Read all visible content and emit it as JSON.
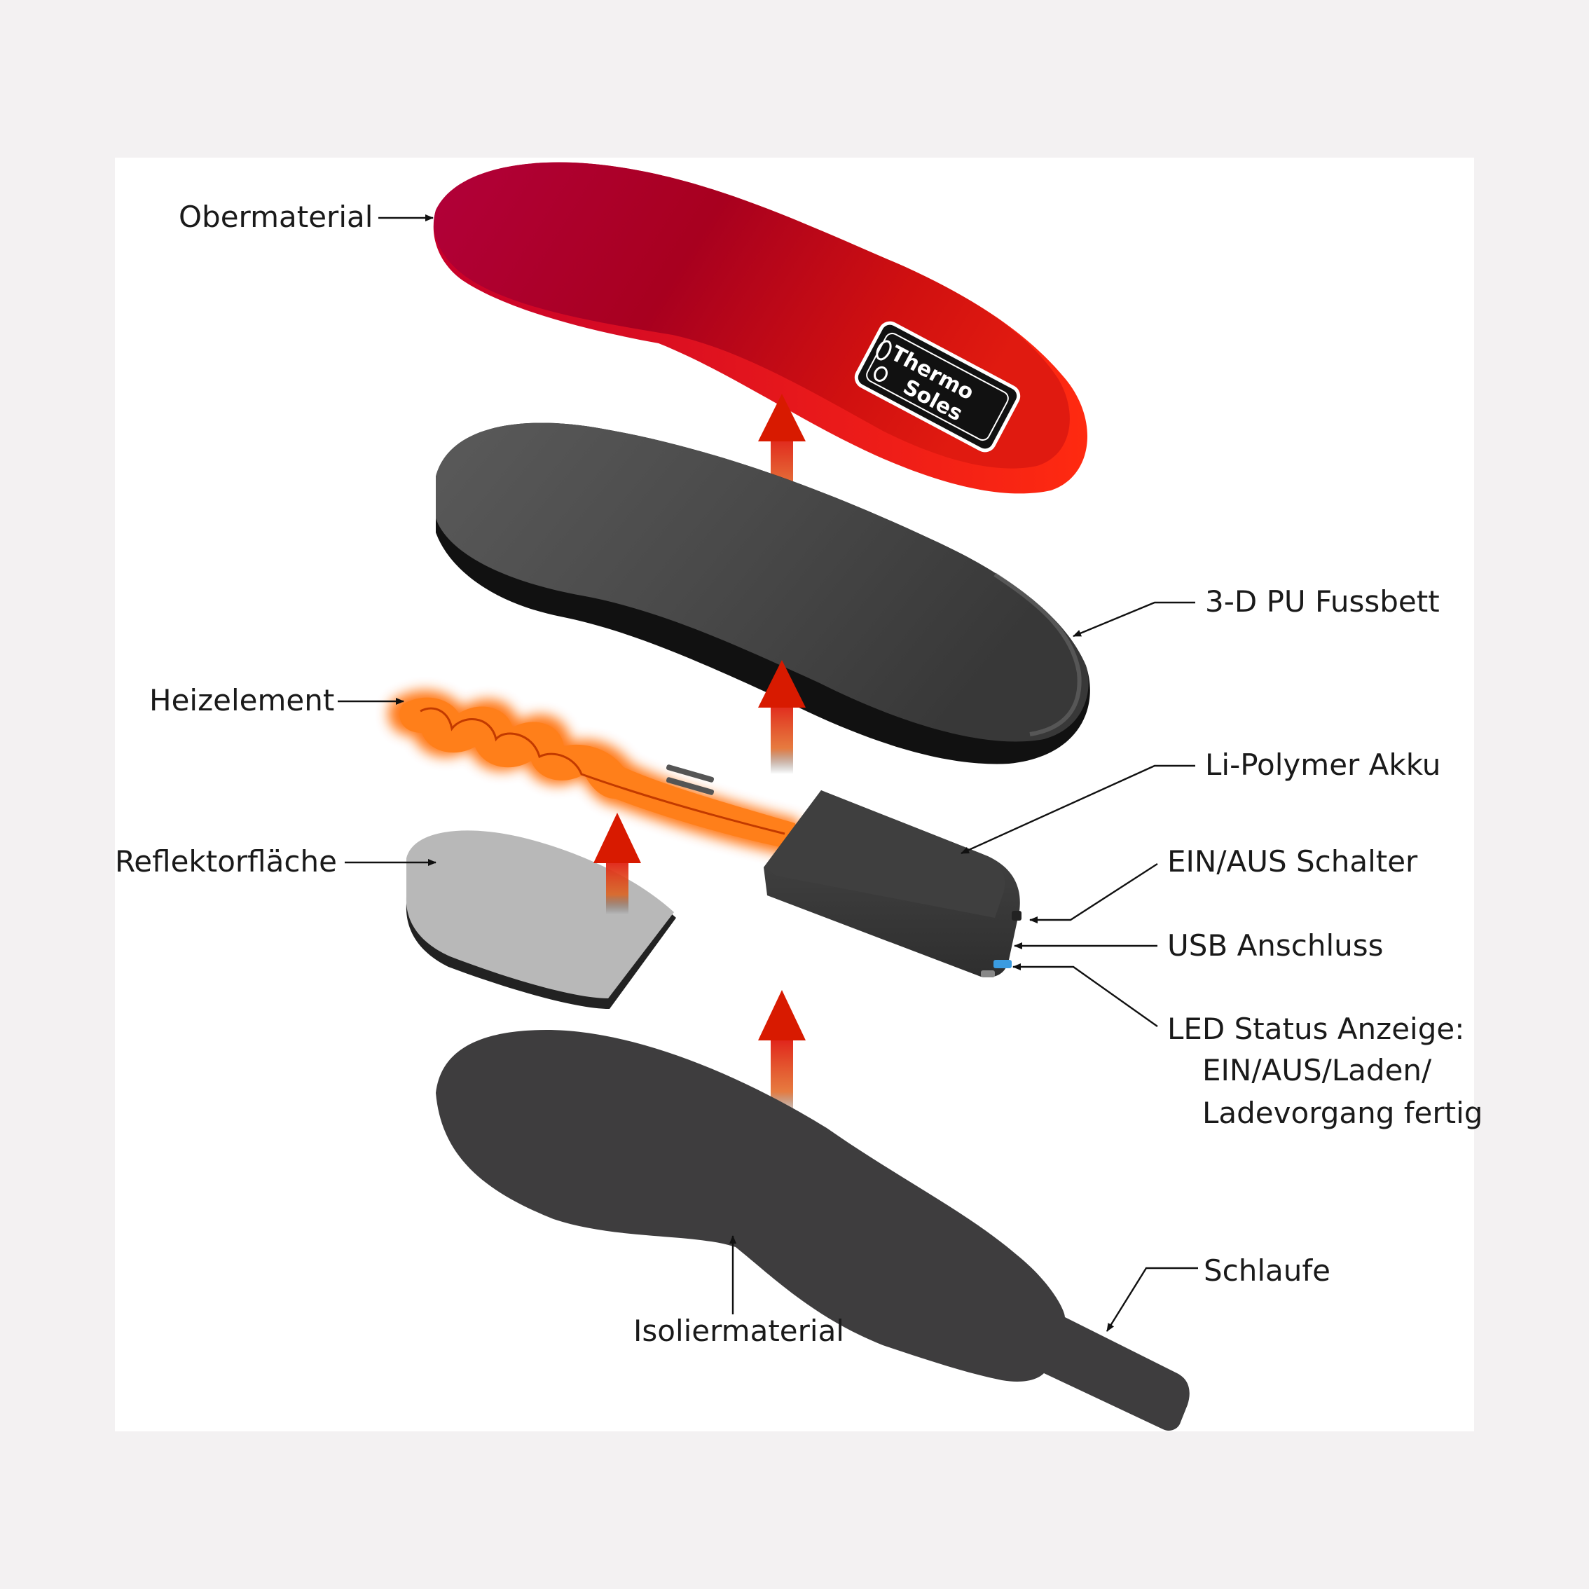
{
  "labels": {
    "obermaterial": "Obermaterial",
    "fussbett": "3-D PU Fussbett",
    "heizelement": "Heizelement",
    "akku": "Li-Polymer Akku",
    "reflektor": "Reflektorfläche",
    "schalter": "EIN/AUS Schalter",
    "usb": "USB Anschluss",
    "led_line1": "LED Status Anzeige:",
    "led_line2": "EIN/AUS/Laden/",
    "led_line3": "Ladevorgang fertig",
    "schlaufe": "Schlaufe",
    "isolier": "Isoliermaterial"
  },
  "logo": {
    "line1": "Thermo",
    "line2": "Soles"
  },
  "colors": {
    "background": "#f3f1f2",
    "panel": "#ffffff",
    "top_layer_red": "#d40d0d",
    "top_layer_crimson": "#b00532",
    "footbed_grey": "#3d3d3d",
    "heater_orange": "#ff6a00",
    "reflector_grey": "#b8b8b8",
    "insulation_grey": "#3e3d3e",
    "led_blue": "#3a9be0",
    "arrow_red": "#d01a00"
  }
}
